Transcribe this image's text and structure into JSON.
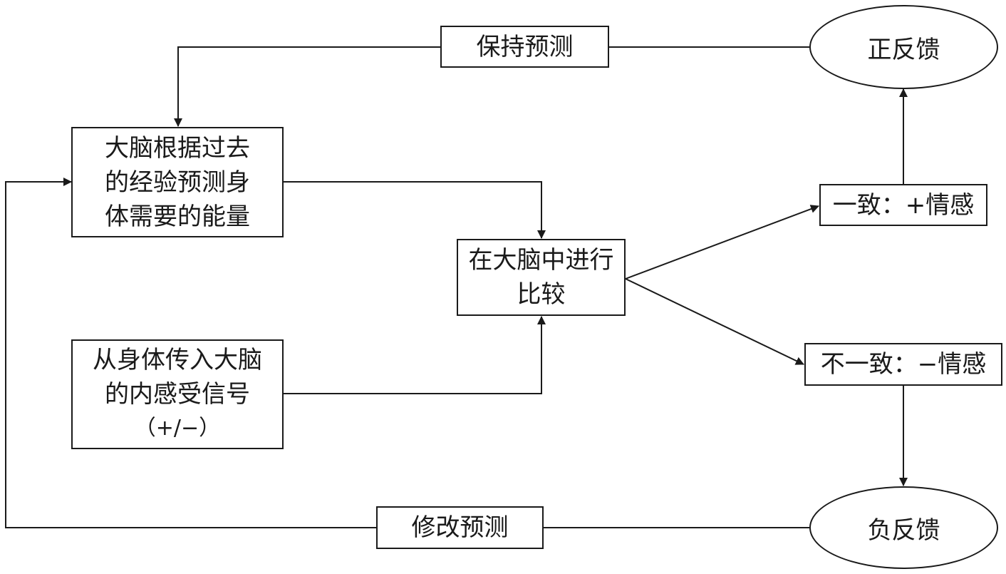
{
  "nodes": {
    "maintain_prediction": "保持预测",
    "positive_feedback": "正反馈",
    "brain_prediction": [
      "大脑根据过去",
      "的经验预测身",
      "体需要的能量"
    ],
    "compare": [
      "在大脑中进行",
      "比较"
    ],
    "interoceptive": [
      "从身体传入大脑",
      "的内感受信号",
      "（+/−）"
    ],
    "consistent": "一致：+情感",
    "inconsistent": "不一致：−情感",
    "negative_feedback": "负反馈",
    "modify_prediction": "修改预测"
  }
}
